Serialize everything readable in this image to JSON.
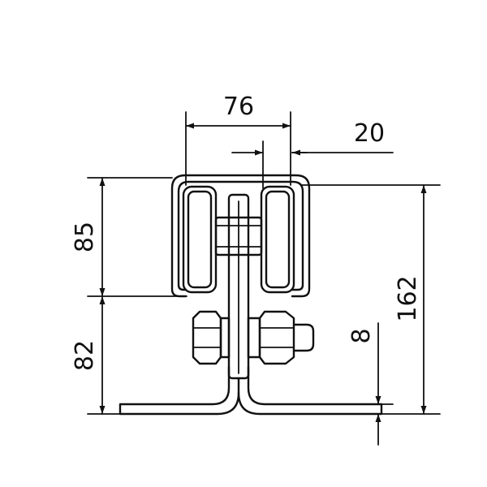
{
  "dimensions": {
    "top_width": "76",
    "wheel_width": "20",
    "wheel_section_height": "85",
    "lower_section_height": "82",
    "total_height": "162",
    "base_thickness": "8"
  }
}
